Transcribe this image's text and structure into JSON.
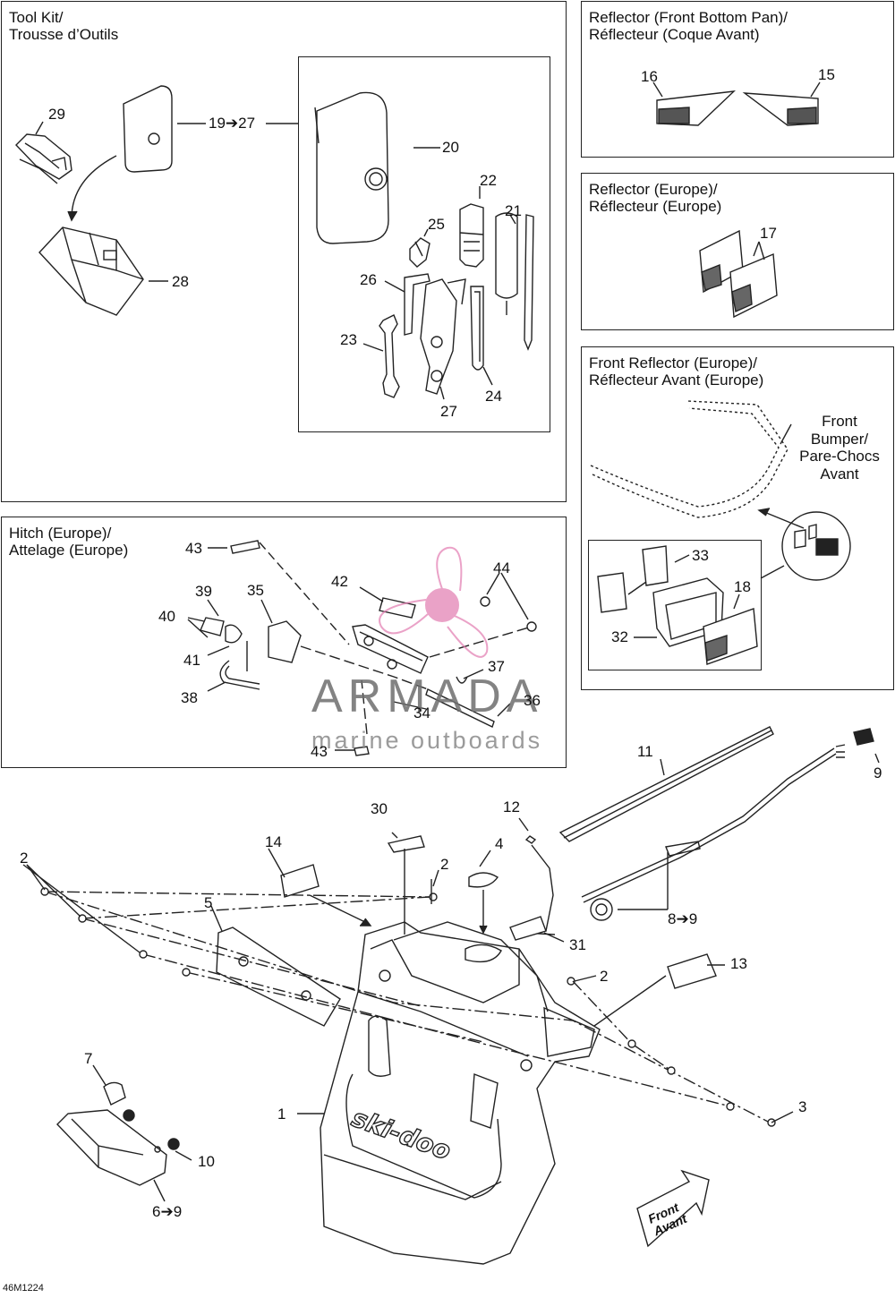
{
  "panels": {
    "tool_kit": "Tool Kit/\nTrousse d’Outils",
    "reflector_bottom": "Reflector (Front Bottom Pan)/\nRéflecteur (Coque Avant)",
    "reflector_europe": "Reflector (Europe)/\nRéflecteur (Europe)",
    "front_reflector_europe": "Front Reflector (Europe)/\nRéflecteur Avant (Europe)",
    "hitch_europe": "Hitch (Europe)/\nAttelage (Europe)"
  },
  "notes": {
    "front_bumper": "Front\nBumper/\nPare-Chocs\nAvant"
  },
  "callouts": {
    "c29": "29",
    "c19_27": "19➔27",
    "c20": "20",
    "c22": "22",
    "c21": "21",
    "c25": "25",
    "c26": "26",
    "c23": "23",
    "c24": "24",
    "c27": "27",
    "c28": "28",
    "c16": "16",
    "c15": "15",
    "c17": "17",
    "c33": "33",
    "c18": "18",
    "c32": "32",
    "c43a": "43",
    "c42": "42",
    "c44": "44",
    "c39": "39",
    "c35": "35",
    "c40": "40",
    "c41": "41",
    "c37": "37",
    "c38": "38",
    "c36": "36",
    "c34": "34",
    "c43b": "43",
    "c11": "11",
    "c9": "9",
    "c12": "12",
    "c30": "30",
    "c14": "14",
    "c2a": "2",
    "c2b": "2",
    "c4": "4",
    "c5": "5",
    "c8_9": "8➔9",
    "c31": "31",
    "c2c": "2",
    "c13": "13",
    "c7": "7",
    "c1": "1",
    "c3": "3",
    "c10": "10",
    "c6_9": "6➔9"
  },
  "front_arrow": {
    "line1": "Front",
    "line2": "Avant"
  },
  "decal_text": "ski-doo",
  "watermark": {
    "brand": "ARMADA",
    "tagline": "marine outboards"
  },
  "figure_ref": "46M1224"
}
